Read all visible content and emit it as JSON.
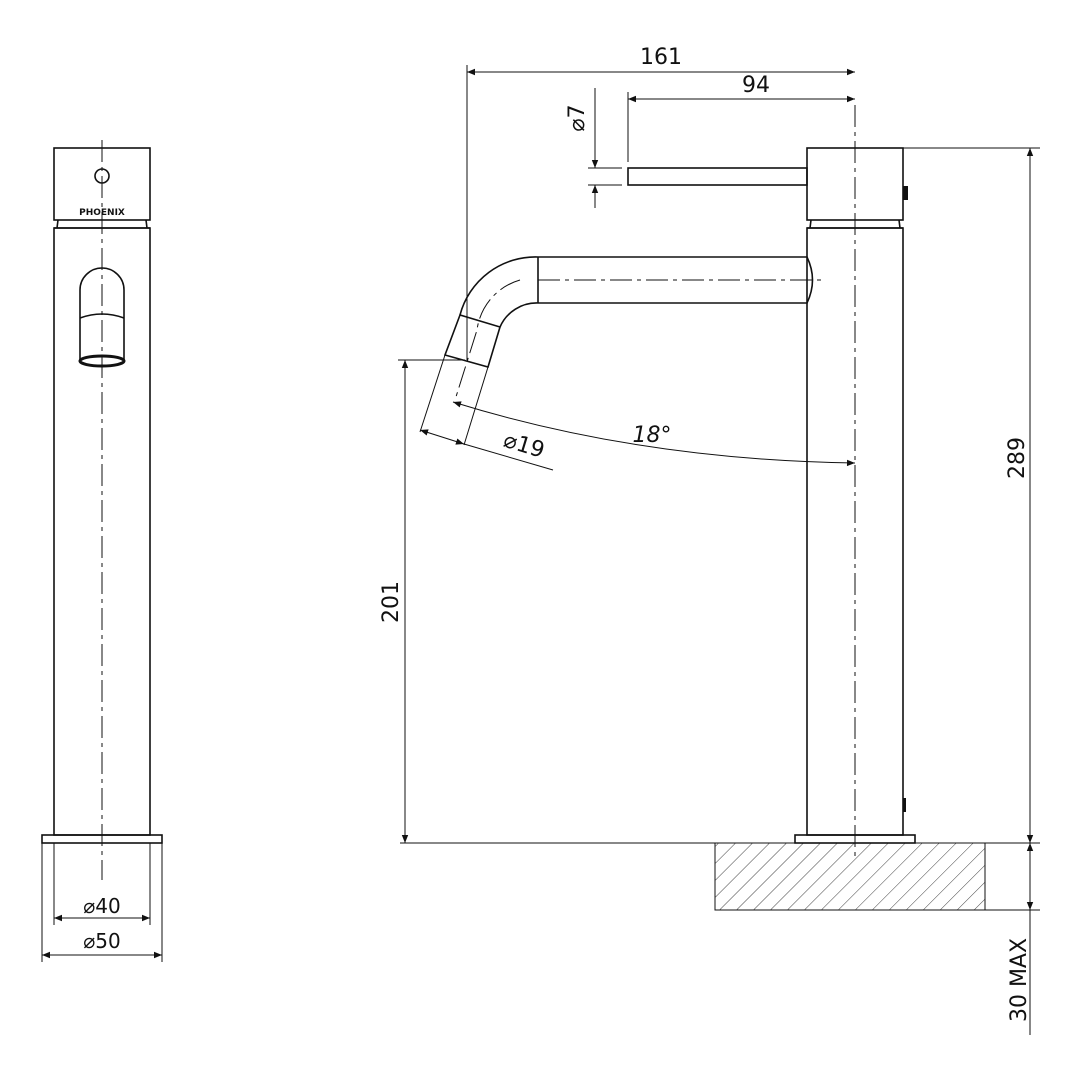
{
  "brand": "PHOENIX",
  "colors": {
    "line": "#111111",
    "background": "#ffffff"
  },
  "side_view": {
    "dim_inner_diameter": "⌀40",
    "dim_outer_diameter": "⌀50"
  },
  "front_view": {
    "dim_overall_reach": "161",
    "dim_lever_length": "94",
    "dim_lever_diameter": "⌀7",
    "dim_outlet_diameter": "⌀19",
    "dim_outlet_angle": "18°",
    "dim_outlet_height": "201",
    "dim_total_height": "289",
    "dim_bench_thickness": "30 MAX"
  }
}
